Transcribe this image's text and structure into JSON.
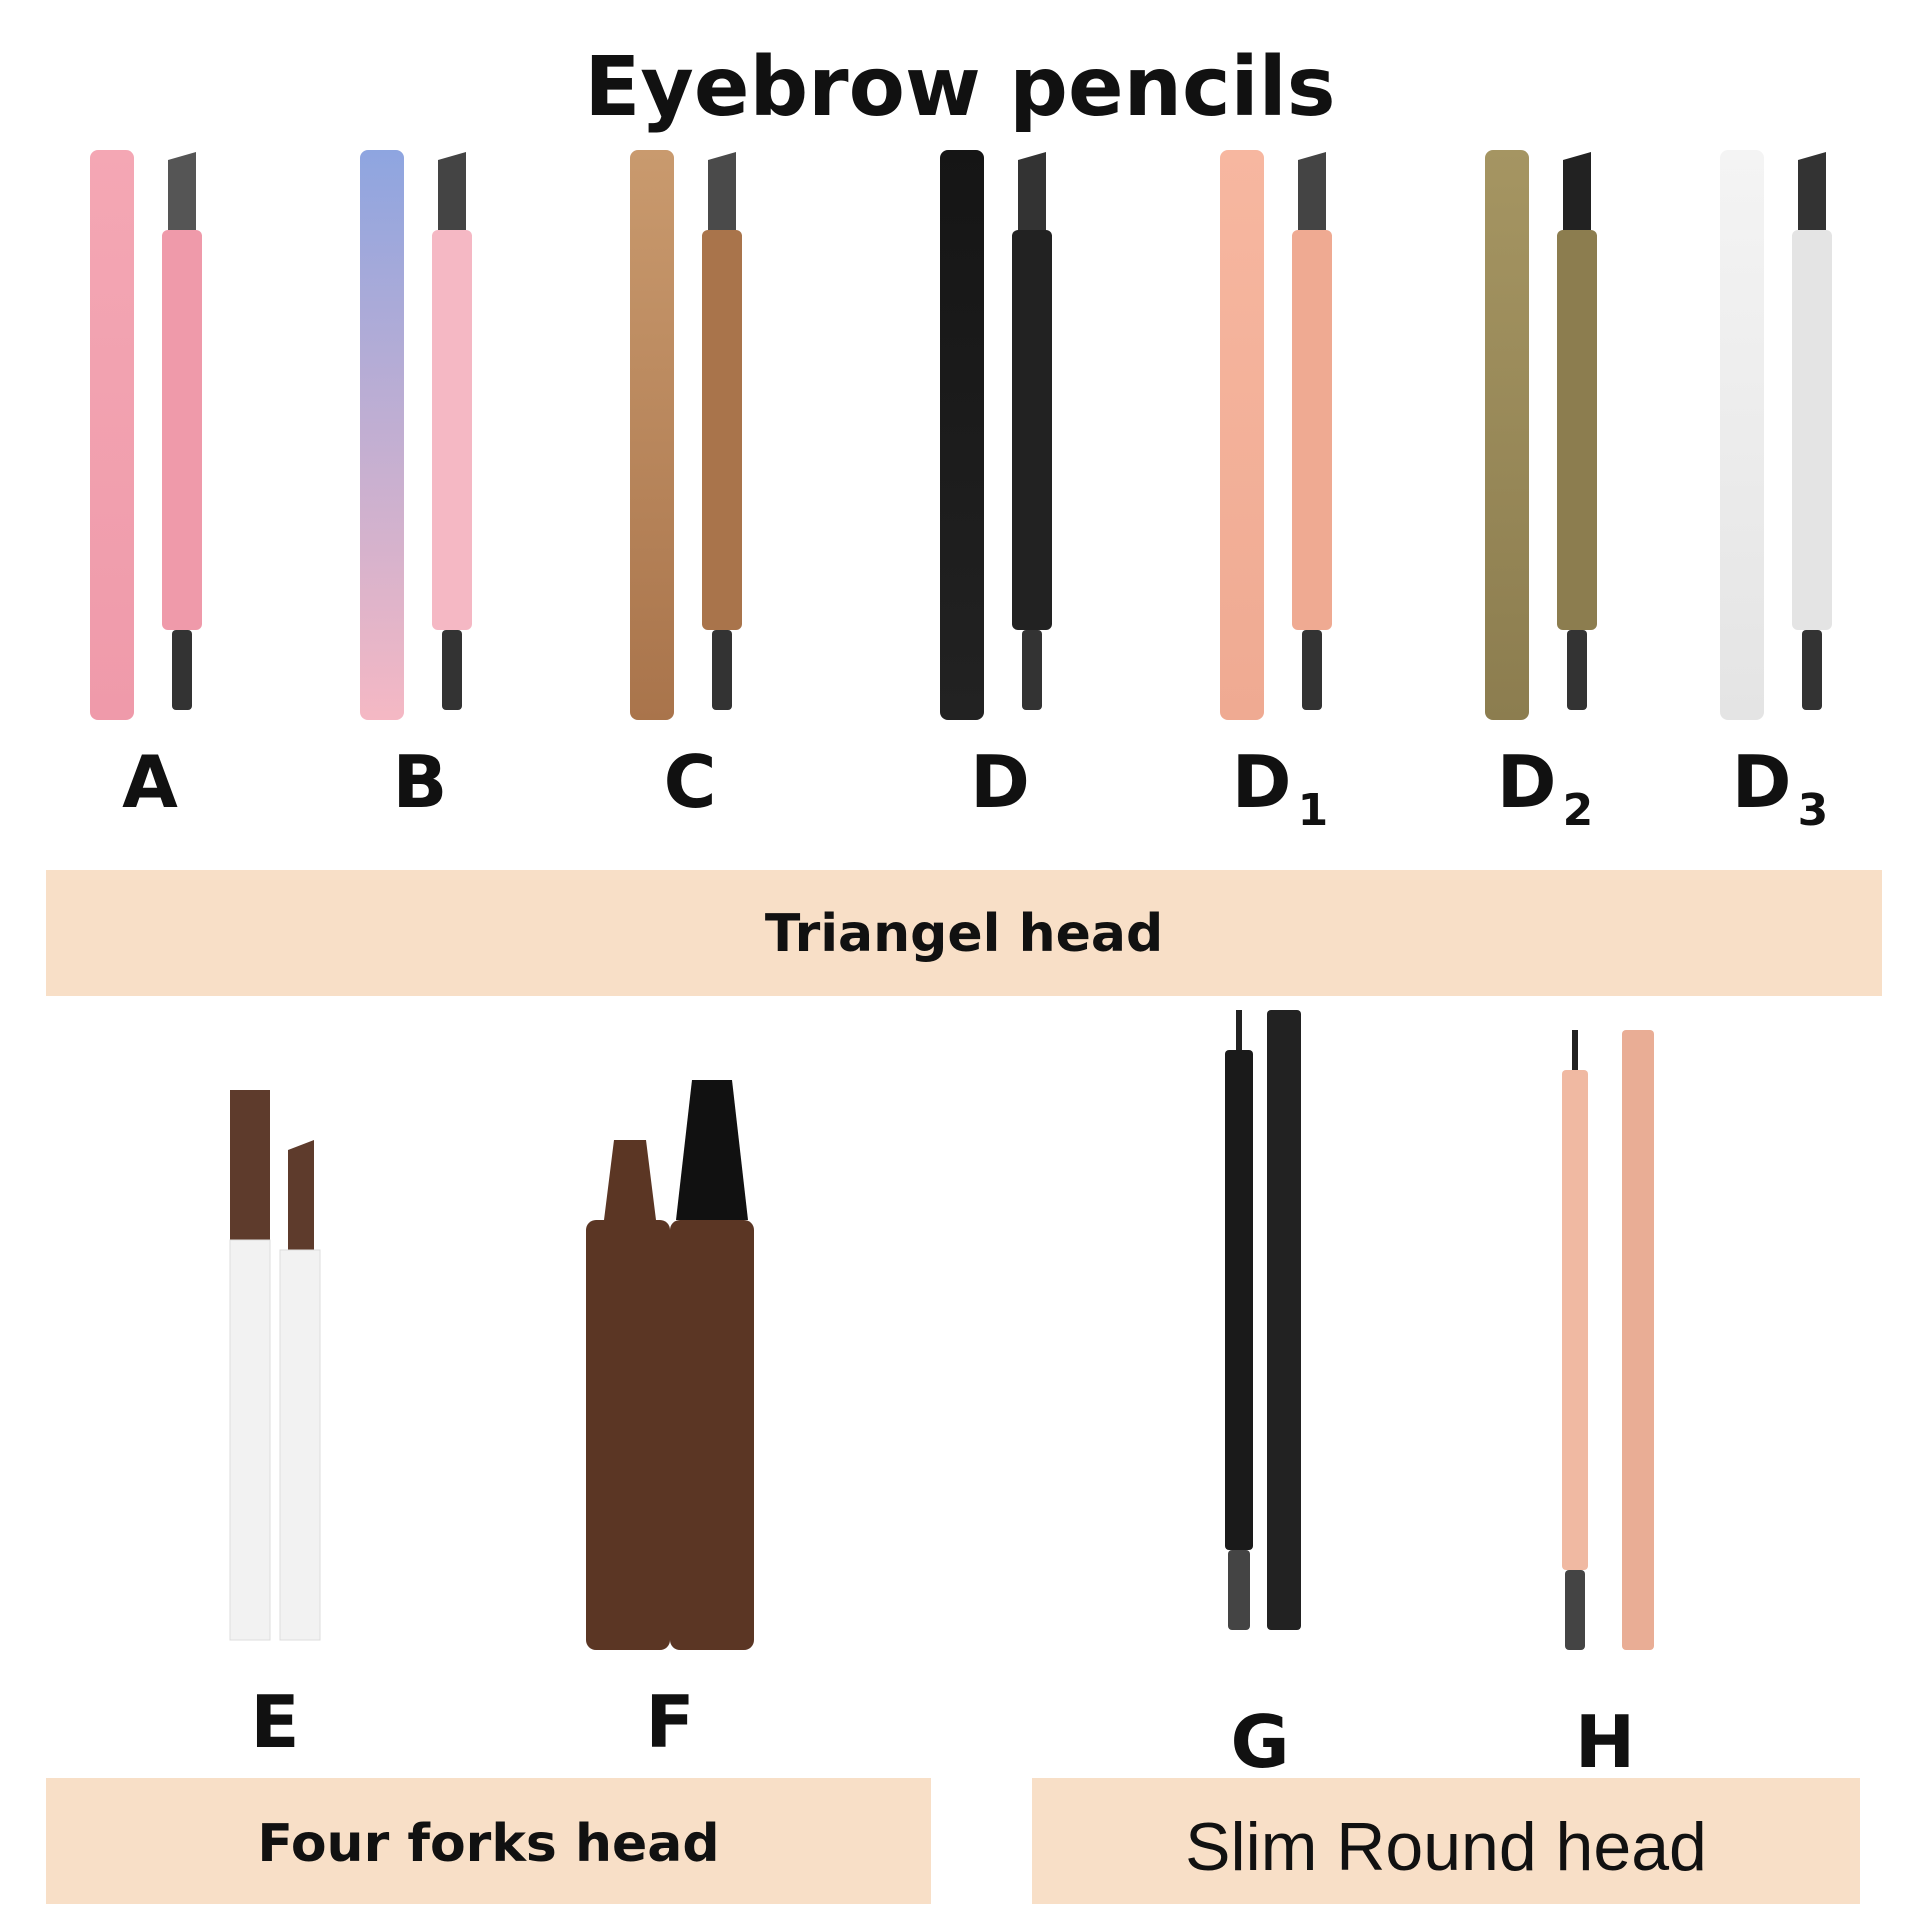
{
  "title": "Eyebrow pencils",
  "products": [
    {
      "letter": "A",
      "sub": "",
      "colors": [
        "#f4a7b4",
        "#ef9aaa"
      ],
      "tip": "#555555"
    },
    {
      "letter": "B",
      "sub": "",
      "colors": [
        "#8ea5e0",
        "#f5b8c4"
      ],
      "tip": "#444444"
    },
    {
      "letter": "C",
      "sub": "",
      "colors": [
        "#c99a6e",
        "#a9744b"
      ],
      "tip": "#4a4a4a"
    },
    {
      "letter": "D",
      "sub": "",
      "colors": [
        "#151515",
        "#222222"
      ],
      "tip": "#333333"
    },
    {
      "letter": "D",
      "sub": "1",
      "colors": [
        "#f7b7a0",
        "#efaa92"
      ],
      "tip": "#444444"
    },
    {
      "letter": "D",
      "sub": "2",
      "colors": [
        "#a59562",
        "#8c7d4f"
      ],
      "tip": "#222222"
    },
    {
      "letter": "D",
      "sub": "3",
      "colors": [
        "#f4f4f4",
        "#e4e4e4"
      ],
      "tip": "#333333"
    }
  ],
  "bands": {
    "triangle": "Triangel head",
    "four_forks": "Four forks head",
    "slim_round": "Slim Round head"
  },
  "products_bottom": [
    {
      "letter": "E",
      "colors": [
        "#5e3b2c",
        "#f2f2f2"
      ]
    },
    {
      "letter": "F",
      "colors": [
        "#5b3624",
        "#111111"
      ]
    },
    {
      "letter": "G",
      "colors": [
        "#1a1a1a",
        "#222222"
      ]
    },
    {
      "letter": "H",
      "colors": [
        "#f0b9a2",
        "#e9ad95"
      ]
    }
  ]
}
